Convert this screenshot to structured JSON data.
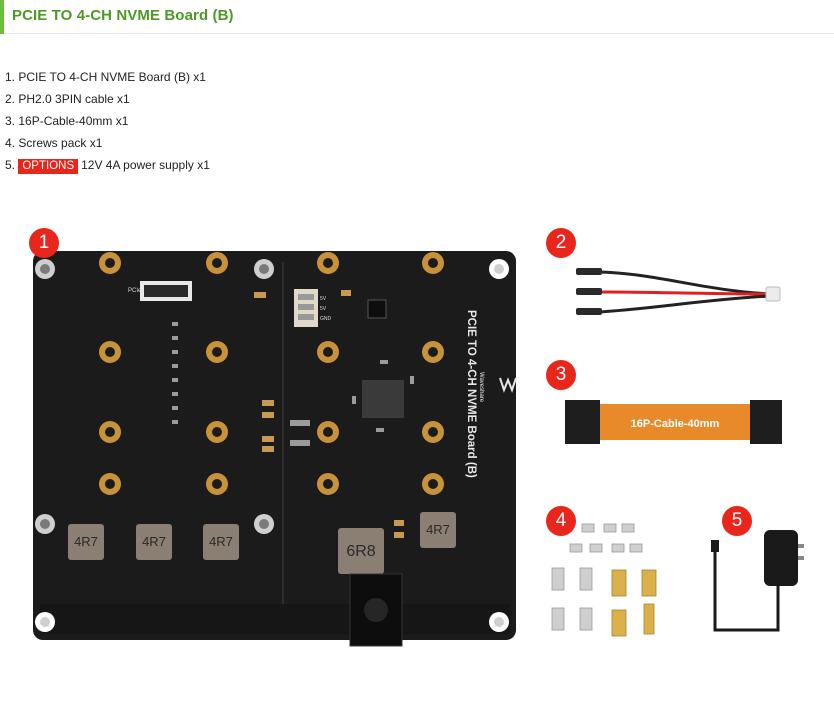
{
  "header": {
    "title": "PCIE TO 4-CH NVME Board (B)",
    "accent_color": "#6bbf3a",
    "title_color": "#4c9a24"
  },
  "package_list": [
    {
      "text": "1. PCIE TO 4-CH NVME Board (B) x1"
    },
    {
      "text": "2. PH2.0 3PIN cable x1"
    },
    {
      "text": "3. 16P-Cable-40mm x1"
    },
    {
      "text": "4. Screws pack x1"
    },
    {
      "prefix": "5.",
      "badge": "OPTIONS",
      "text": "12V 4A power supply x1"
    }
  ],
  "callouts": [
    "1",
    "2",
    "3",
    "4",
    "5"
  ],
  "board": {
    "silk_title": "PCIE TO 4-CH NVME Board (B)",
    "brand": "Waveshare",
    "inductor_labels": [
      "4R7",
      "4R7",
      "4R7",
      "6R8",
      "4R7"
    ],
    "pcie_label": "PCIe",
    "header_labels": [
      "5V",
      "5V",
      "GND"
    ]
  },
  "cable_label": "16P-Cable-40mm",
  "colors": {
    "callout_red": "#e8261c",
    "badge_red": "#e8261c",
    "pcb": "#1b1b1b",
    "gold": "#c8923a",
    "fpc_orange": "#e88a2a"
  }
}
